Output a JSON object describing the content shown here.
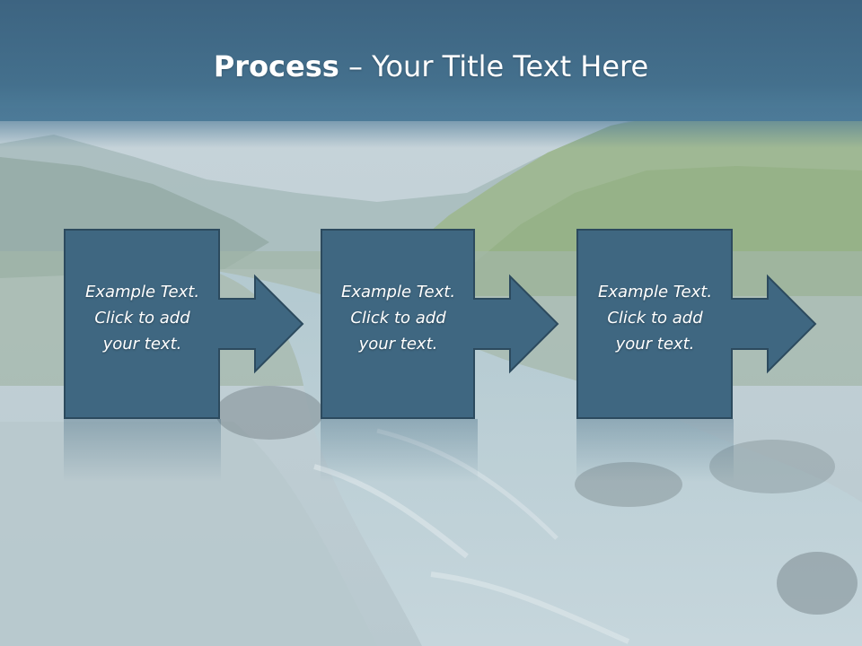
{
  "slide": {
    "title_bold": "Process",
    "title_rest": " – Your Title Text Here"
  },
  "steps": [
    {
      "lines": [
        "Example Text.",
        "Click  to add",
        "your text."
      ]
    },
    {
      "lines": [
        "Example Text.",
        "Click  to add",
        "your text."
      ]
    },
    {
      "lines": [
        "Example Text.",
        "Click  to add",
        "your text."
      ]
    }
  ],
  "colors": {
    "title_band": "#44708d",
    "box_fill": "#3f6781",
    "box_stroke": "#2c4a5e",
    "text": "#ffffff"
  }
}
